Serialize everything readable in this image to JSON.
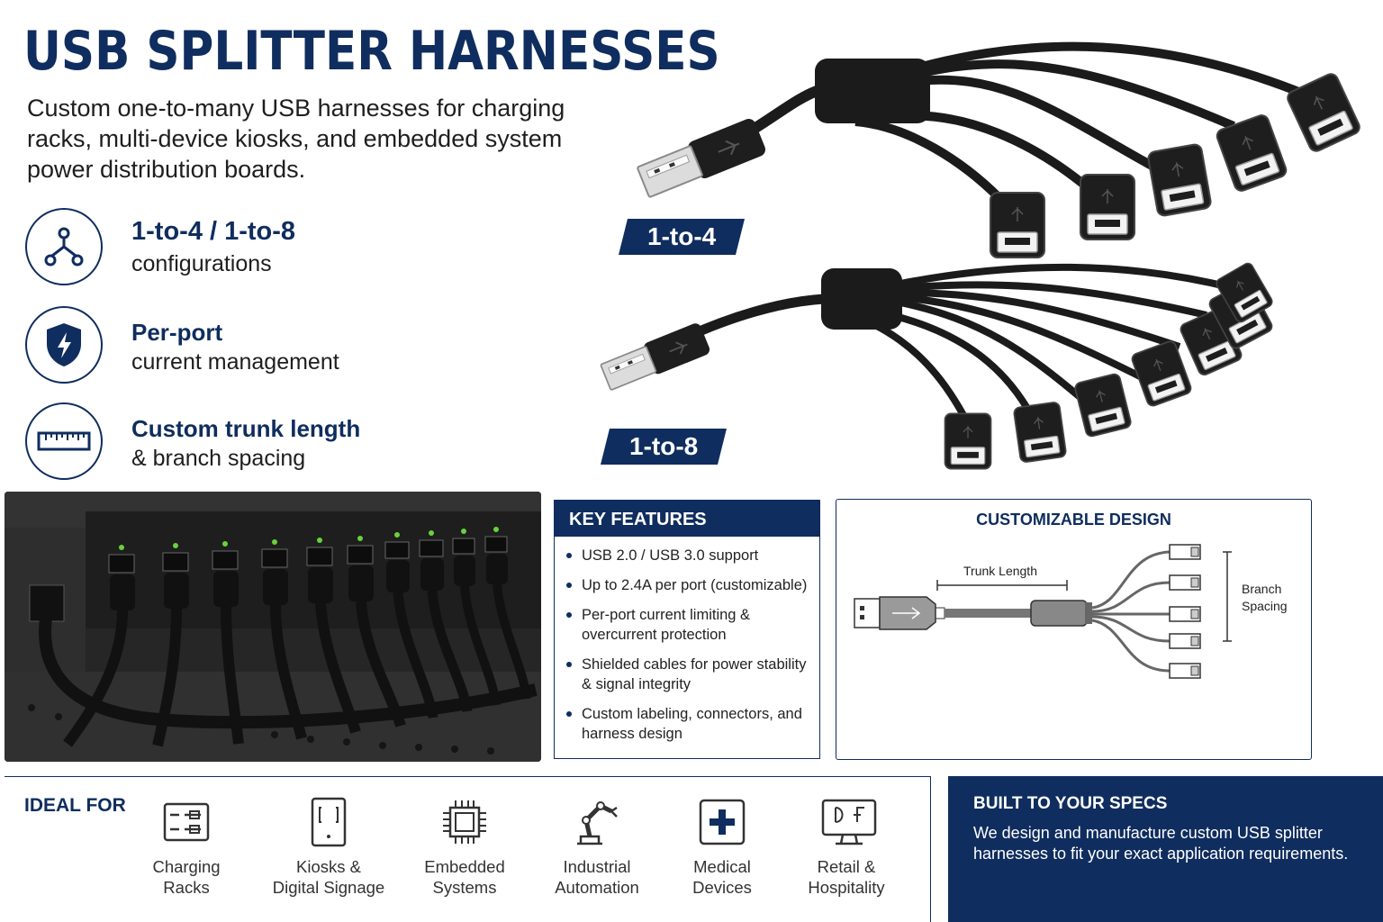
{
  "title": "USB SPLITTER HARNESSES",
  "intro": "Custom one-to-many USB harnesses for charging racks, multi-device kiosks, and embedded system power distribution boards.",
  "features": [
    {
      "heading": "1-to-4 / 1-to-8",
      "sub": "configurations",
      "icon": "branch-icon"
    },
    {
      "heading": "Per-port",
      "sub": "current management",
      "icon": "shield-bolt-icon"
    },
    {
      "heading": "Custom trunk length",
      "sub": "& branch spacing",
      "icon": "ruler-icon"
    }
  ],
  "products": [
    {
      "label": "1-to-4",
      "ports": 5
    },
    {
      "label": "1-to-8",
      "ports": 8
    }
  ],
  "key_features": {
    "heading": "KEY FEATURES",
    "items": [
      "USB 2.0 / USB 3.0 support",
      "Up to 2.4A per port (customizable)",
      "Per-port current limiting & overcurrent protection",
      "Shielded cables for power stability & signal integrity",
      "Custom labeling, connectors, and harness design"
    ]
  },
  "custom_design": {
    "heading": "CUSTOMIZABLE DESIGN",
    "trunk_label": "Trunk Length",
    "branch_label_1": "Branch",
    "branch_label_2": "Spacing"
  },
  "ideal_for": {
    "heading": "IDEAL FOR",
    "apps": [
      {
        "l1": "Charging",
        "l2": "Racks",
        "icon": "charging-rack-icon"
      },
      {
        "l1": "Kiosks &",
        "l2": "Digital Signage",
        "icon": "kiosk-icon"
      },
      {
        "l1": "Embedded",
        "l2": "Systems",
        "icon": "chip-icon"
      },
      {
        "l1": "Industrial",
        "l2": "Automation",
        "icon": "robot-arm-icon"
      },
      {
        "l1": "Medical",
        "l2": "Devices",
        "icon": "medical-cross-icon"
      },
      {
        "l1": "Retail &",
        "l2": "Hospitality",
        "icon": "monitor-icon"
      }
    ]
  },
  "built": {
    "heading": "BUILT TO YOUR SPECS",
    "text": "We design and manufacture custom USB splitter harnesses to fit your exact application requirements."
  },
  "colors": {
    "navy": "#0f2d5e",
    "cable": "#1b1b1b",
    "led": "#6bd13a"
  }
}
